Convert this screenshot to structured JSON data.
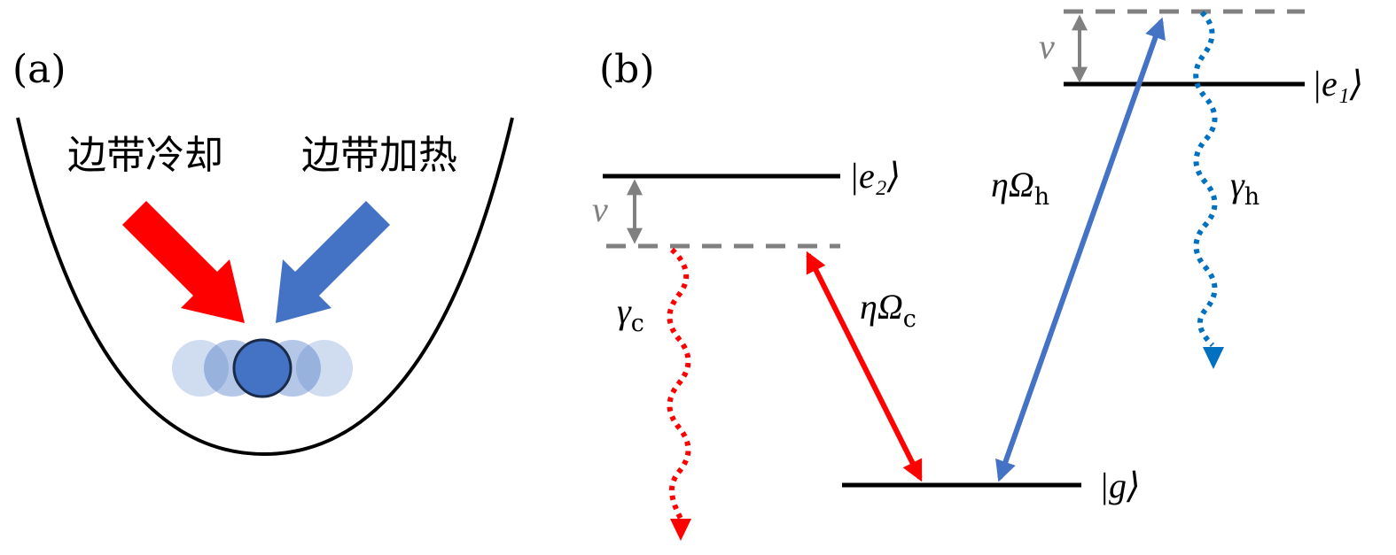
{
  "panel_a": {
    "label": "(a)",
    "text_cooling": "边带冷却",
    "text_heating": "边带加热",
    "colors": {
      "cooling_arrow": "#ff0000",
      "heating_arrow": "#4472c4",
      "ion": "#4472c4",
      "ion_ghost": "#c9d5ee",
      "trap": "#000000"
    }
  },
  "panel_b": {
    "label": "(b)",
    "state_e1": "|e₁⟩",
    "state_e2": "|e₂⟩",
    "state_g": "|g⟩",
    "nu_upper": "v",
    "nu_lower": "v",
    "gamma_c": "γ",
    "gamma_c_sub": "c",
    "gamma_h": "γ",
    "gamma_h_sub": "h",
    "rabi_c": "ηΩ",
    "rabi_c_sub": "c",
    "rabi_h": "ηΩ",
    "rabi_h_sub": "h",
    "colors": {
      "level": "#000000",
      "virtual_level": "#808080",
      "nu_arrow": "#808080",
      "red": "#ff0000",
      "blue": "#4472c4",
      "decay_blue": "#0070c0"
    }
  }
}
